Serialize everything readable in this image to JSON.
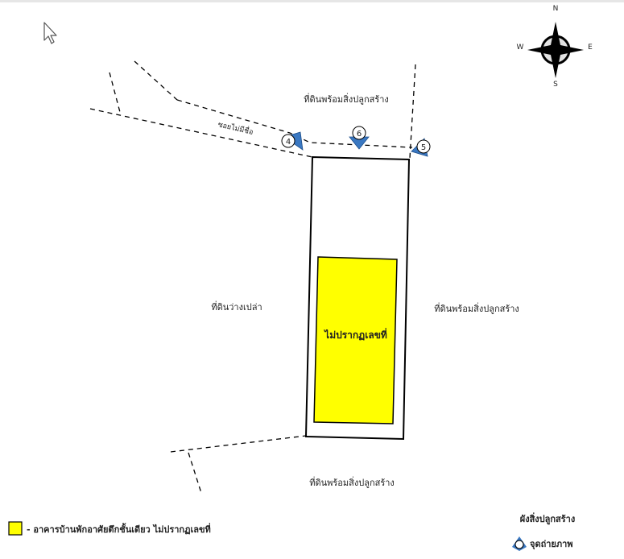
{
  "compass": {
    "n": "N",
    "s": "S",
    "e": "E",
    "w": "W"
  },
  "labels": {
    "north_land": "ที่ดินพร้อมสิ่งปลูกสร้าง",
    "east_land": "ที่ดินพร้อมสิ่งปลูกสร้าง",
    "south_land": "ที่ดินพร้อมสิ่งปลูกสร้าง",
    "west_land": "ที่ดินว่างเปล่า",
    "road": "ซอยไม่มีชื่อ",
    "building": "ไม่ปรากฏเลขที่"
  },
  "photo_points": [
    {
      "number": "4"
    },
    {
      "number": "6"
    },
    {
      "number": "5"
    }
  ],
  "legend": {
    "building_item": "- อาคารบ้านพักอาศัยตึกชั้นเดียว ไม่ปรากฏเลขที่",
    "building_color": "#ffff00",
    "title": "ผังสิ่งปลูกสร้าง",
    "photo_point_label": "จุดถ่ายภาพ"
  },
  "colors": {
    "marker": "#3a78c2",
    "building_fill": "#ffff00",
    "outline": "#000000"
  }
}
